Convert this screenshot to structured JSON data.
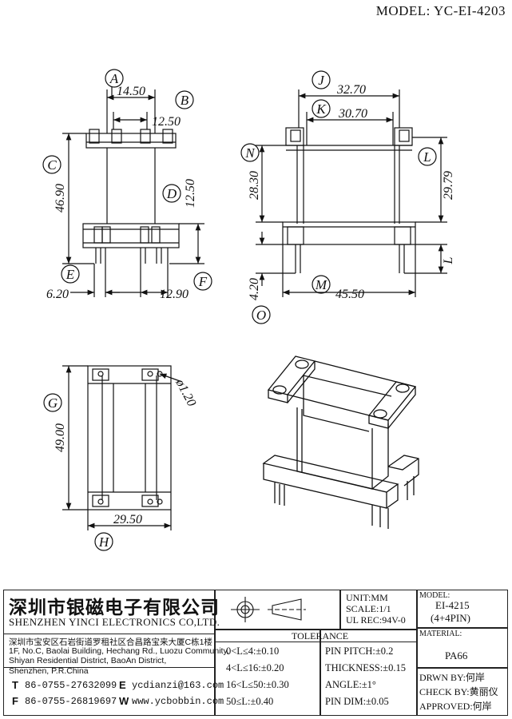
{
  "header": {
    "model": "MODEL: YC-EI-4203"
  },
  "views": {
    "front": {
      "labels": {
        "A": "A",
        "B": "B",
        "C": "C",
        "D": "D",
        "E": "E",
        "F": "F"
      },
      "dims": {
        "a": "14.50",
        "b": "12.50",
        "c": "46.90",
        "d": "12.50",
        "e": "6.20",
        "f": "12.90"
      }
    },
    "side": {
      "labels": {
        "J": "J",
        "K": "K",
        "N": "N",
        "L": "L",
        "M": "M",
        "O": "O",
        "Lsmall": "L"
      },
      "dims": {
        "j": "32.70",
        "k": "30.70",
        "n": "28.30",
        "l": "29.79",
        "o": "4.20",
        "m": "45.50"
      }
    },
    "bottom": {
      "labels": {
        "G": "G",
        "H": "H"
      },
      "dims": {
        "g": "49.00",
        "h": "29.50",
        "pin": "ø1.20"
      }
    }
  },
  "title_block": {
    "company_cn": "深圳市银磁电子有限公司",
    "company_en": "SHENZHEN YINCI ELECTRONICS CO,LTD.",
    "address_cn": "深圳市宝安区石岩街道罗租社区合昌路宝来大厦C栋1楼",
    "address_en": [
      "1F, No.C, Baolai Building, Hechang Rd., Luozu Community,",
      "Shiyan Residential District, BaoAn District,",
      "Shenzhen, P.R.China"
    ],
    "tel_label": "T",
    "tel": "86-0755-27632099",
    "fax_label": "F",
    "fax": "86-0755-26819697",
    "email_label": "E",
    "email": "ycdianzi@163.com",
    "web_label": "W",
    "web": "www.ycbobbin.com",
    "unit": "UNIT:MM",
    "scale": "SCALE:1/1",
    "ul": "UL REC:94V-0",
    "tolerance_title": "TOLERANCE",
    "tolerances": [
      "0<L≤4:±0.10",
      "4<L≤16:±0.20",
      "16<L≤50:±0.30",
      "50≤L:±0.40"
    ],
    "specs": [
      "PIN PITCH:±0.2",
      "THICKNESS:±0.15",
      "ANGLE:±1°",
      "PIN DIM:±0.05"
    ],
    "model_label": "MODEL:",
    "model_value": "EI-4215",
    "model_pins": "(4+4PIN)",
    "material_label": "MATERIAL:",
    "material_value": "PA66",
    "drawn": "DRWN BY:何岸",
    "check": "CHECK BY:黄丽仪",
    "approved": "APPROVED:何岸"
  }
}
